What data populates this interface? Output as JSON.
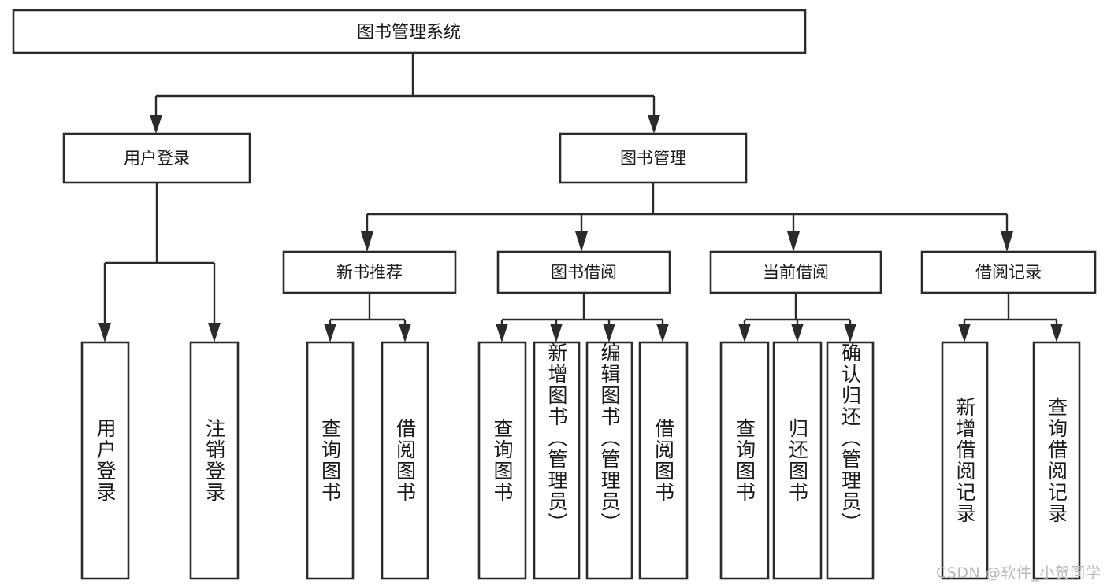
{
  "diagram": {
    "type": "tree-hierarchy",
    "title": "图书管理系统",
    "orientation": "top-down",
    "colors": {
      "box_stroke": "#2b2b2b",
      "box_fill": "#ffffff",
      "connector": "#2b2b2b",
      "text": "#1a1a1a",
      "watermark": "#b9b9b9",
      "background": "#ffffff"
    },
    "levels": {
      "root": {
        "label": "图书管理系统"
      },
      "level2": [
        {
          "id": "user-login",
          "label": "用户登录"
        },
        {
          "id": "book-management",
          "label": "图书管理"
        }
      ],
      "level3": [
        {
          "id": "new-book-recommend",
          "label": "新书推荐",
          "parent": "book-management"
        },
        {
          "id": "book-borrow",
          "label": "图书借阅",
          "parent": "book-management"
        },
        {
          "id": "current-borrow",
          "label": "当前借阅",
          "parent": "book-management"
        },
        {
          "id": "borrow-record",
          "label": "借阅记录",
          "parent": "book-management"
        }
      ],
      "leaves": [
        {
          "id": "leaf-user-login",
          "label": "用户登录",
          "parent": "user-login"
        },
        {
          "id": "leaf-logout-login",
          "label": "注销登录",
          "parent": "user-login"
        },
        {
          "id": "leaf-query-book-1",
          "label": "查询图书",
          "parent": "new-book-recommend"
        },
        {
          "id": "leaf-borrow-book-1",
          "label": "借阅图书",
          "parent": "new-book-recommend"
        },
        {
          "id": "leaf-query-book-2",
          "label": "查询图书",
          "parent": "book-borrow"
        },
        {
          "id": "leaf-add-book",
          "label": "新增图书（管理员）",
          "parent": "book-borrow"
        },
        {
          "id": "leaf-edit-book",
          "label": "编辑图书（管理员）",
          "parent": "book-borrow"
        },
        {
          "id": "leaf-borrow-book-2",
          "label": "借阅图书",
          "parent": "book-borrow"
        },
        {
          "id": "leaf-query-book-3",
          "label": "查询图书",
          "parent": "current-borrow"
        },
        {
          "id": "leaf-return-book",
          "label": "归还图书",
          "parent": "current-borrow"
        },
        {
          "id": "leaf-confirm-return",
          "label": "确认归还（管理员）",
          "parent": "current-borrow"
        },
        {
          "id": "leaf-add-record",
          "label": "新增借阅记录",
          "parent": "borrow-record"
        },
        {
          "id": "leaf-query-record",
          "label": "查询借阅记录",
          "parent": "borrow-record"
        }
      ]
    }
  },
  "watermark": {
    "text": "CSDN @软件_小贺同学"
  }
}
